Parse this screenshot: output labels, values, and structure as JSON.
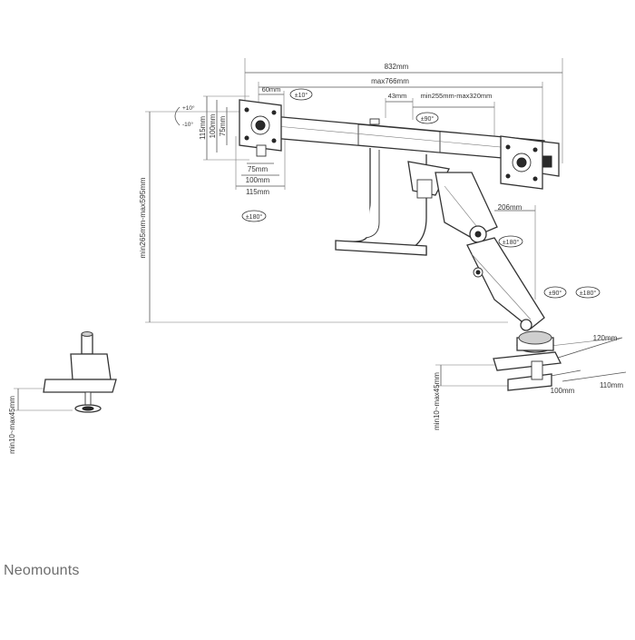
{
  "brand": "Neomounts",
  "dimensions": {
    "overall_width": "832mm",
    "max_width": "max766mm",
    "offset_60": "60mm",
    "offset_43": "43mm",
    "span_range": "min255mm-max320mm",
    "vesa_height_115": "115mm",
    "vesa_height_100": "100mm",
    "vesa_height_75": "75mm",
    "vesa_width_75": "75mm",
    "vesa_width_100": "100mm",
    "vesa_width_115": "115mm",
    "arm_reach": "206mm",
    "height_range": "min265mm-max595mm",
    "desk_thickness_right": "min10~max45mm",
    "desk_thickness_left": "min10~max45mm",
    "base_depth_120": "120mm",
    "base_depth_110": "110mm",
    "base_width_100": "100mm"
  },
  "rotations": {
    "tilt_up": "+10°",
    "tilt_down": "-10°",
    "swivel_10": "±10°",
    "swivel_90_top": "±90°",
    "rotate_180_left": "±180°",
    "rotate_180_mid": "±180°",
    "rotate_90_bottom": "±90°",
    "rotate_180_bottom": "±180°"
  }
}
